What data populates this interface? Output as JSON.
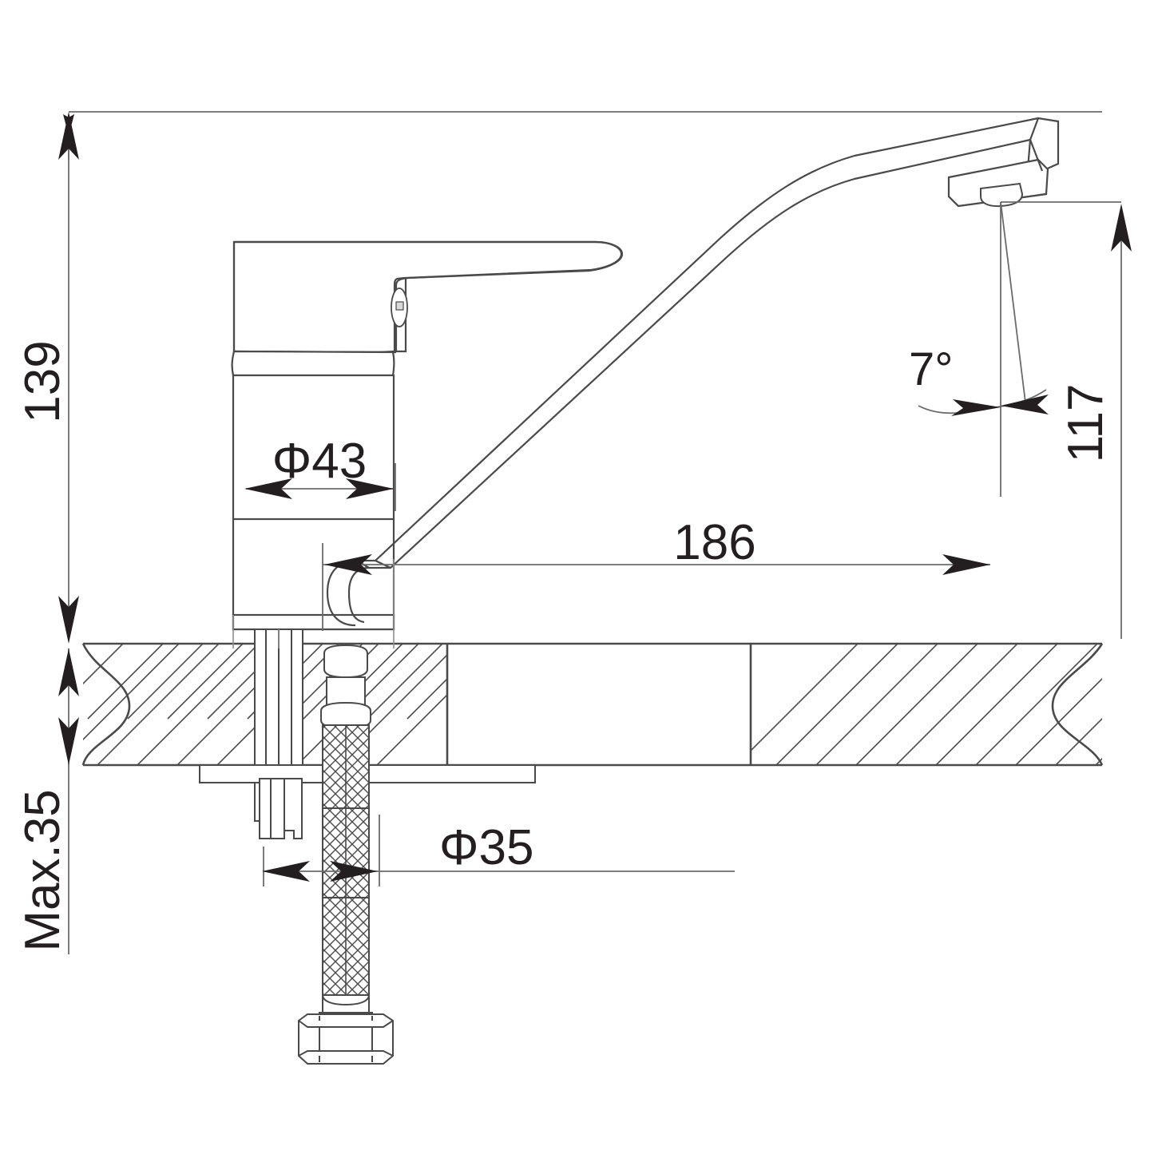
{
  "drawing": {
    "type": "technical-dimension-drawing",
    "subject": "single-lever-basin-mixer-faucet",
    "units": "mm",
    "line_color": "#3a3a3a",
    "text_color": "#231f20",
    "background_color": "#ffffff"
  },
  "dimensions": {
    "height_total": {
      "label": "139",
      "orientation": "vertical",
      "rotation_deg": -90,
      "position": "left",
      "description": "overall height above countertop"
    },
    "deck_thickness": {
      "label": "Max.35",
      "orientation": "vertical",
      "rotation_deg": -90,
      "position": "left-lower",
      "description": "maximum countertop thickness"
    },
    "body_diameter": {
      "label": "Φ43",
      "orientation": "horizontal",
      "description": "faucet body diameter"
    },
    "mounting_hole": {
      "label": "Φ35",
      "orientation": "horizontal",
      "description": "mounting hole / shank diameter"
    },
    "spout_reach": {
      "label": "186",
      "orientation": "horizontal",
      "description": "spout reach from center axis"
    },
    "spout_outlet_height": {
      "label": "117",
      "orientation": "vertical",
      "rotation_deg": -90,
      "position": "right",
      "description": "aerator outlet height above countertop"
    },
    "spout_angle": {
      "label": "7°",
      "orientation": "angular",
      "description": "spout outlet tilt angle"
    }
  }
}
